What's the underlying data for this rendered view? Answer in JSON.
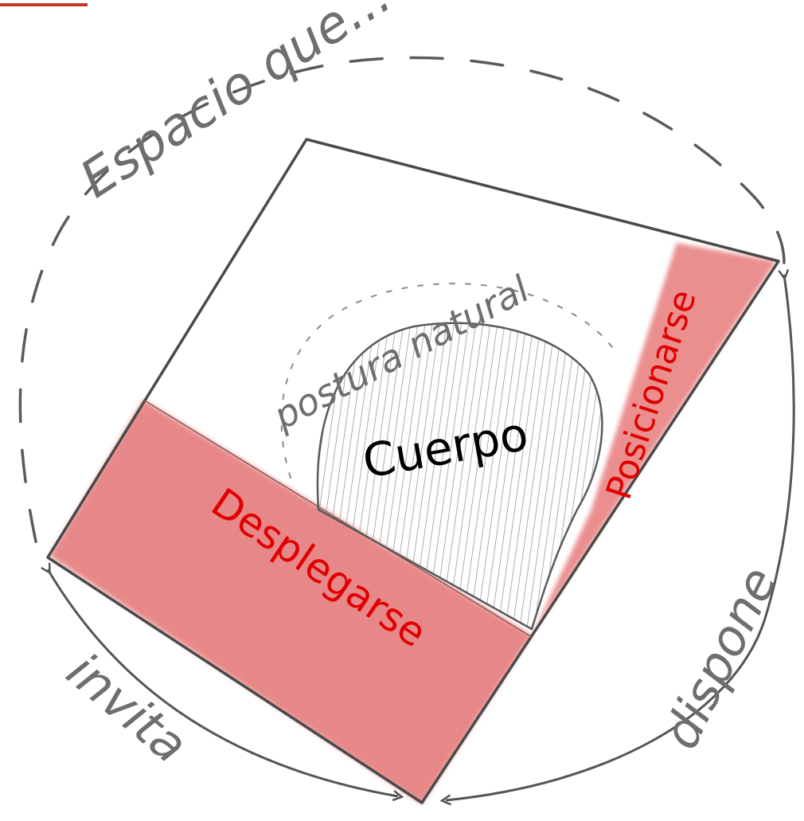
{
  "diagram": {
    "outer_label": "Espacio que...",
    "inner_label": "postura natural",
    "core_label": "Cuerpo",
    "bands": [
      {
        "label": "Desplegarse"
      },
      {
        "label": "Posicionarse"
      }
    ],
    "arrows": [
      {
        "label": "invita"
      },
      {
        "label": "dispone"
      }
    ],
    "colors": {
      "band_fill": "#e57373",
      "band_text": "#e00000",
      "ink": "#5a5a5a",
      "pencil": "#8a8a8a",
      "top_rule": "#c0392b"
    }
  }
}
